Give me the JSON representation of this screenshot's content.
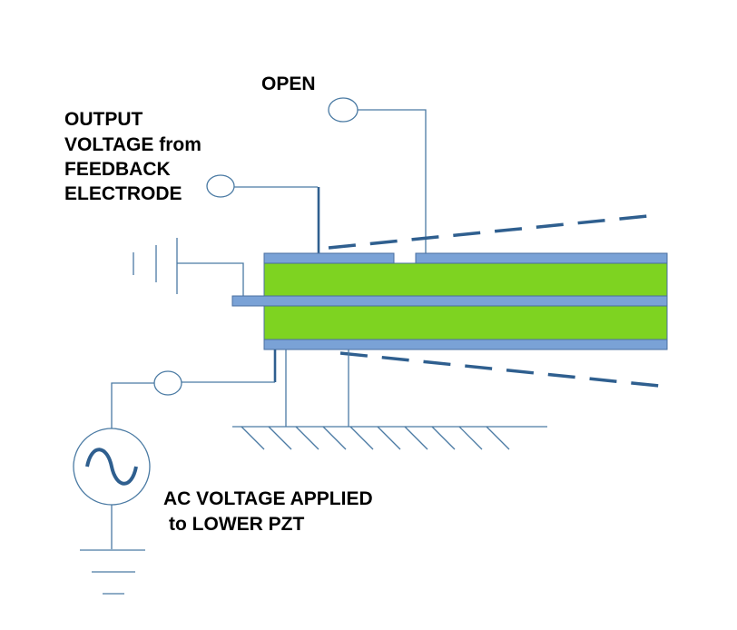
{
  "labels": {
    "open": "OPEN",
    "output_line1": "OUTPUT",
    "output_line2": "VOLTAGE from",
    "output_line3": "FEEDBACK",
    "output_line4": "ELECTRODE",
    "ac_line1": "AC VOLTAGE APPLIED",
    "ac_line2": "to LOWER PZT"
  },
  "colors": {
    "pzt": "#7ed321",
    "electrode": "#7aa2d6",
    "wire": "#4a7aa3",
    "dashed_deflection": "#2f5f8f",
    "text": "#000000"
  },
  "icons": {
    "ac_source": "sine-wave-source-icon",
    "ground": "ground-icon",
    "battery": "dc-battery-icon",
    "fixed_support": "hatched-ground-support-icon"
  }
}
